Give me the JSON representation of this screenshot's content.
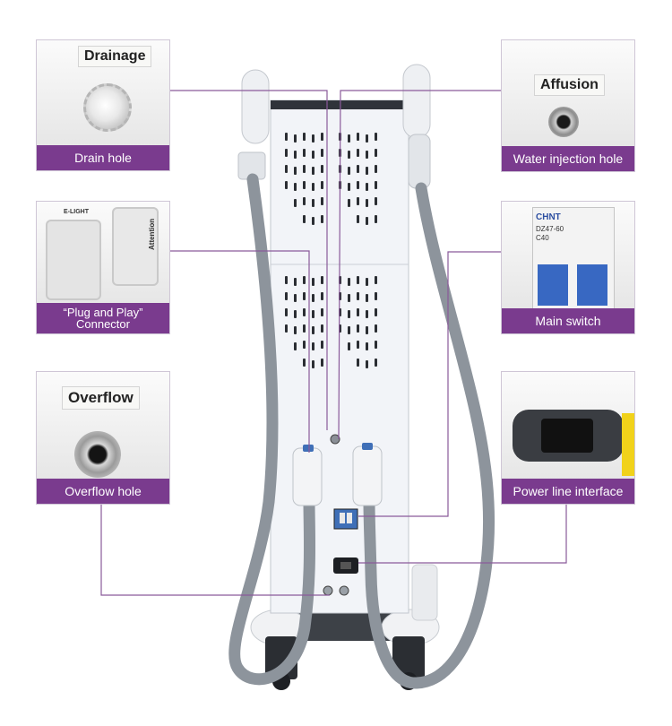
{
  "panels": {
    "drain": {
      "label": "Drainage",
      "caption": "Drain hole"
    },
    "water": {
      "label": "Affusion",
      "caption": "Water injection hole"
    },
    "plug": {
      "top_label": "E-LIGHT",
      "side_label": "Attention",
      "caption_line1": "“Plug and Play”",
      "caption_line2": "Connector"
    },
    "switch": {
      "brand": "CHNT",
      "model": "DZ47-60",
      "rating": "C40",
      "caption": "Main switch"
    },
    "overflow": {
      "label": "Overflow",
      "caption": "Overflow hole"
    },
    "power": {
      "caption": "Power line interface"
    }
  },
  "colors": {
    "caption_bg": "#7a3b8e",
    "leader_line": "#8a5a9a",
    "machine_body": "#f2f4f8",
    "hose": "#8d949c"
  }
}
